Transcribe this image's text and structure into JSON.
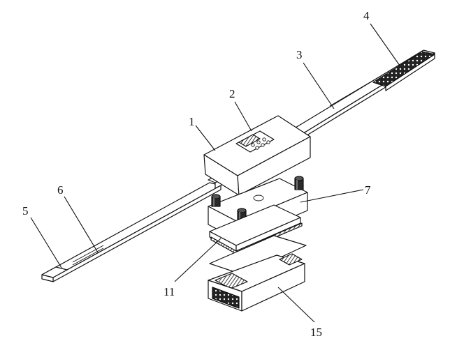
{
  "labels": {
    "l1": "1",
    "l2": "2",
    "l3": "3",
    "l4": "4",
    "l5": "5",
    "l6": "6",
    "l7": "7",
    "l11": "11",
    "l15": "15"
  }
}
